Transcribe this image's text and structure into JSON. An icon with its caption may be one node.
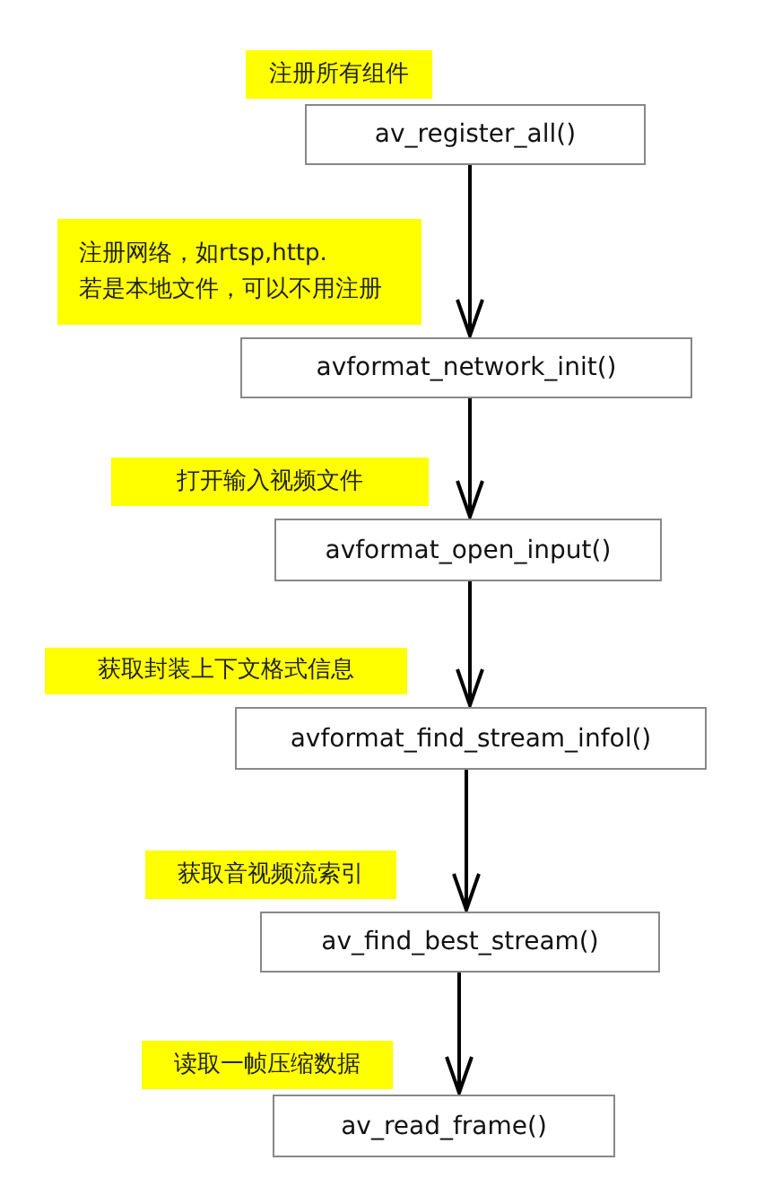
{
  "diagram": {
    "nodes": [
      {
        "text": [
          "注册所有组件"
        ]
      },
      {
        "text": [
          "av_register_all()"
        ]
      },
      {
        "text": [
          "注册网络，如rtsp,http.",
          "若是本地文件，可以不用注册"
        ]
      },
      {
        "text": [
          "avformat_network_init()"
        ]
      },
      {
        "text": [
          "打开输入视频文件"
        ]
      },
      {
        "text": [
          "avformat_open_input()"
        ]
      },
      {
        "text": [
          "获取封装上下文格式信息"
        ]
      },
      {
        "text": [
          "avformat_find_stream_infol()"
        ]
      },
      {
        "text": [
          "获取音视频流索引"
        ]
      },
      {
        "text": [
          "av_find_best_stream()"
        ]
      },
      {
        "text": [
          "读取一帧压缩数据"
        ]
      },
      {
        "text": [
          "av_read_frame()"
        ]
      }
    ],
    "edges": [
      {
        "from": 1,
        "to": 3,
        "arrow": "to"
      },
      {
        "from": 3,
        "to": 5,
        "arrow": "to"
      },
      {
        "from": 5,
        "to": 7,
        "arrow": "to"
      },
      {
        "from": 7,
        "to": 9,
        "arrow": "to"
      },
      {
        "from": 9,
        "to": 11,
        "arrow": "to"
      }
    ]
  }
}
